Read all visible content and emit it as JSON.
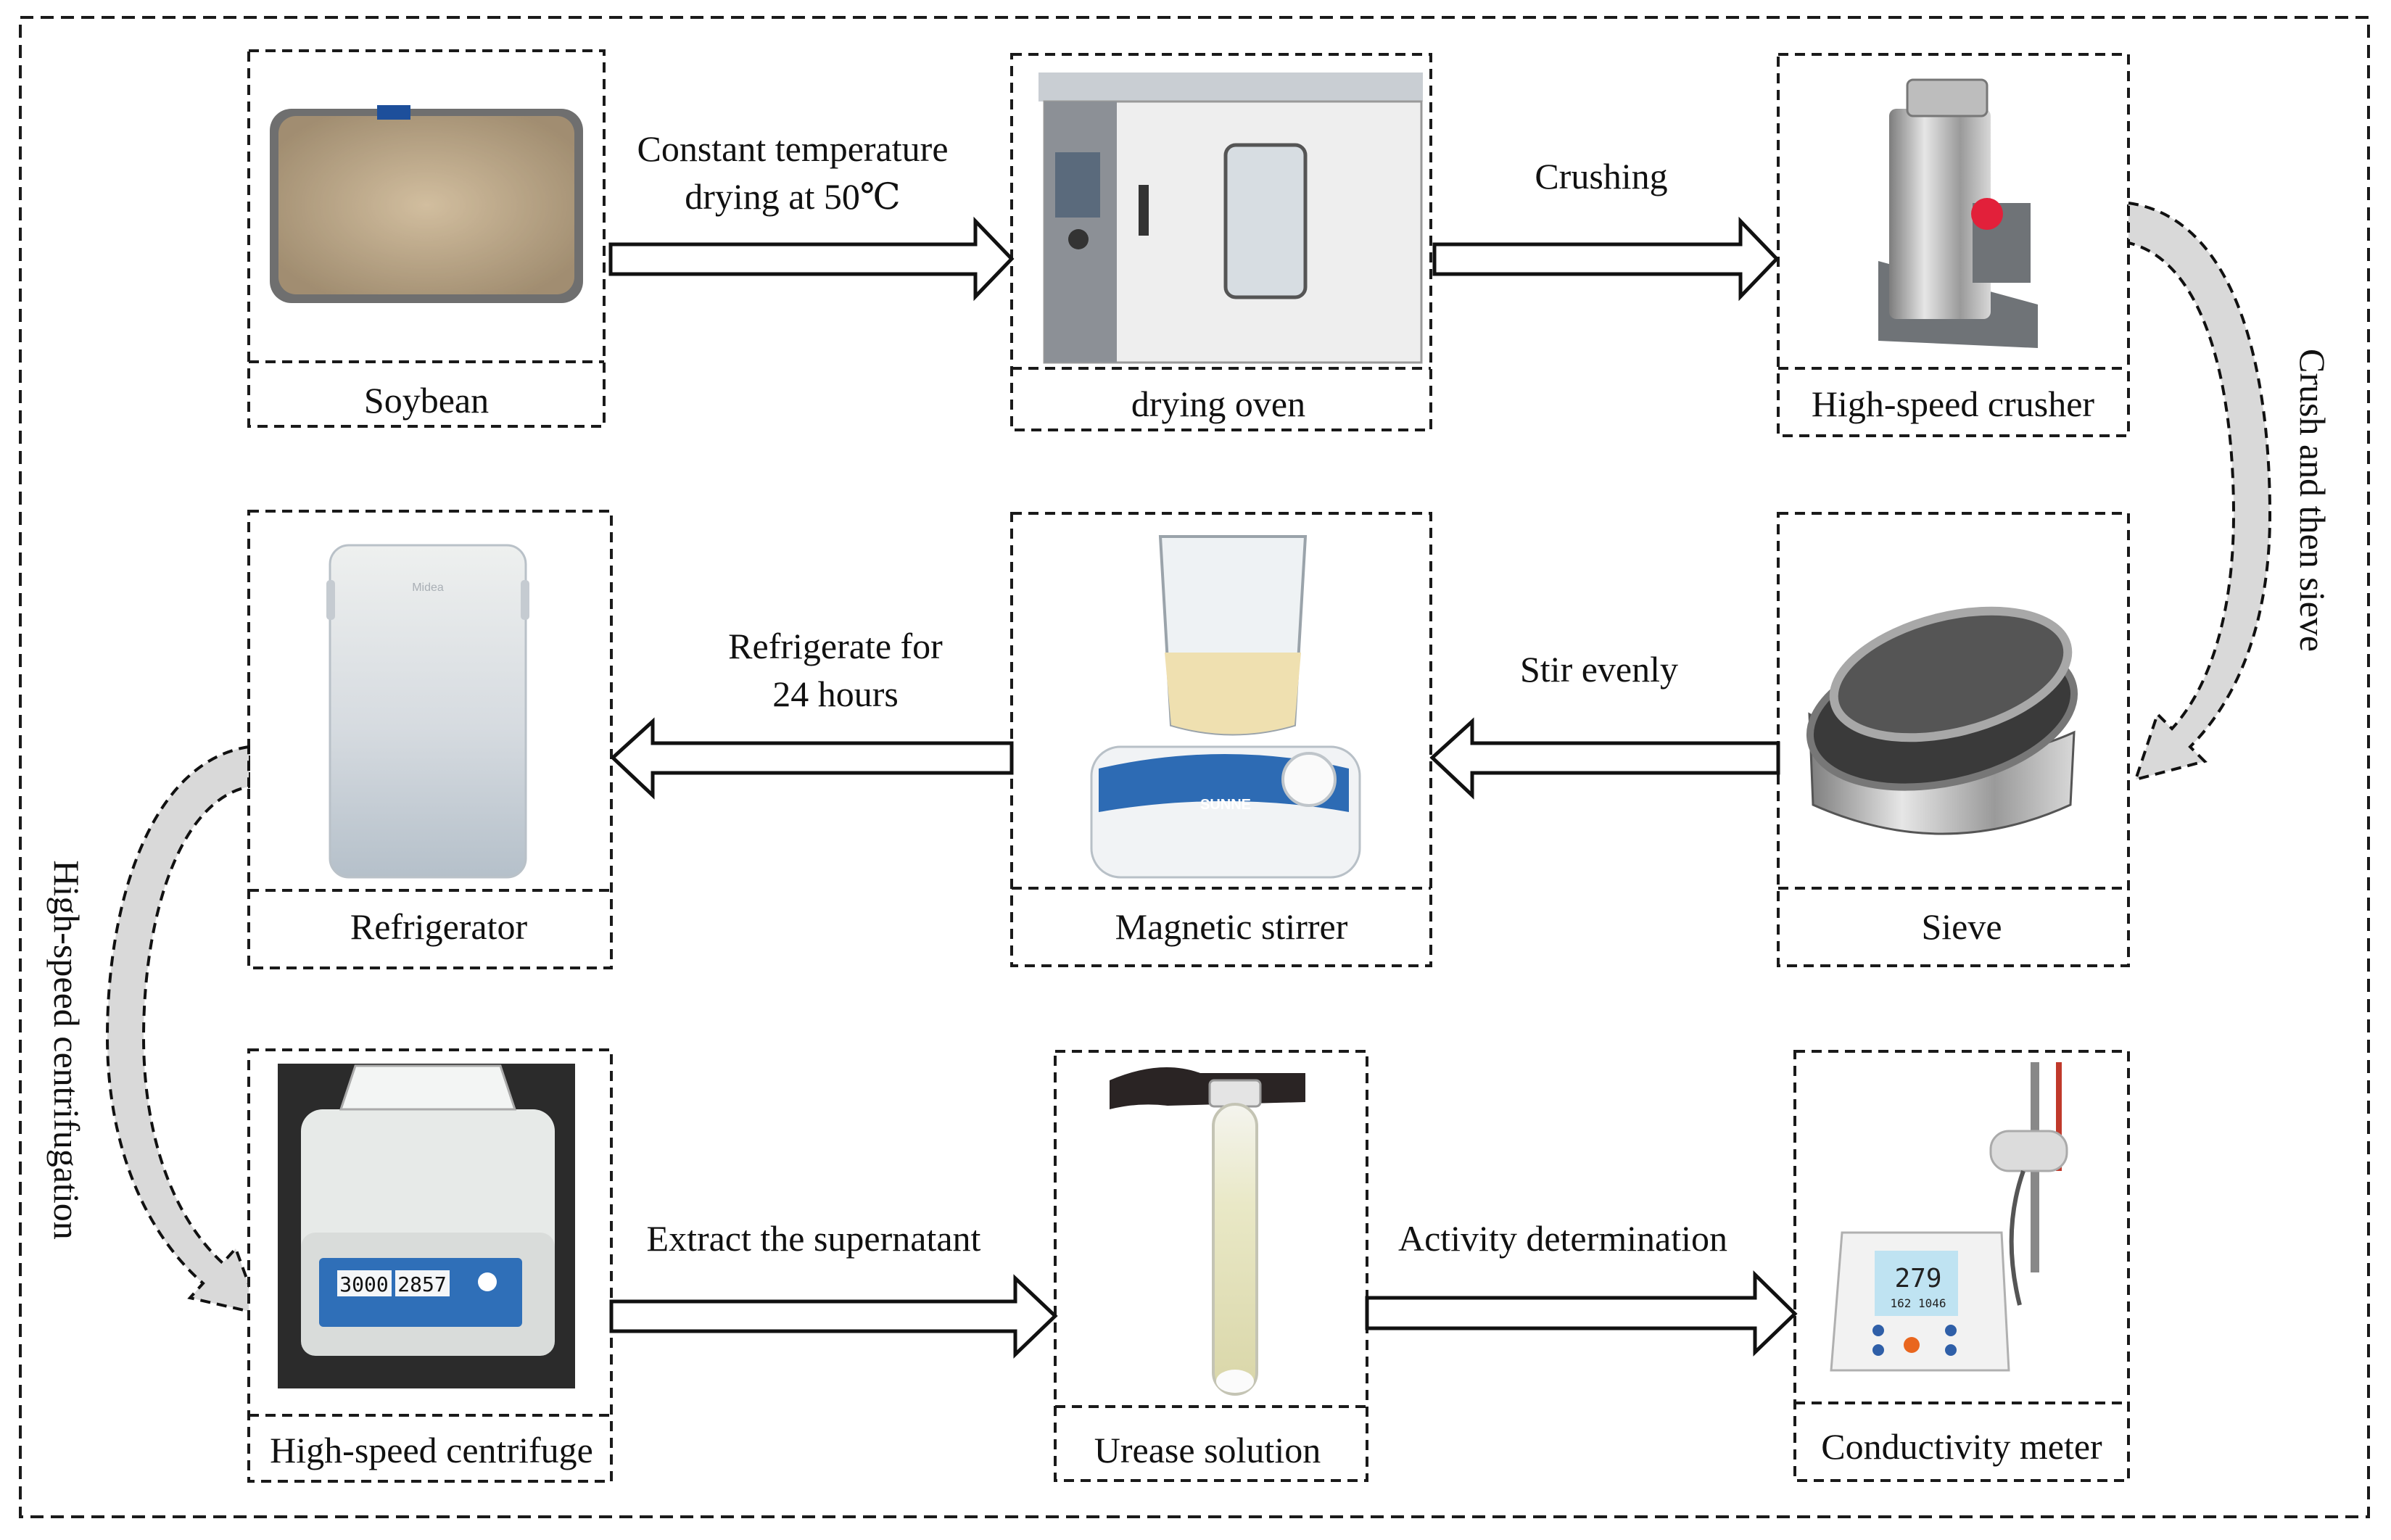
{
  "nodes": {
    "soybean": "Soybean",
    "drying_oven": "drying oven",
    "crusher": "High-speed crusher",
    "refrigerator": "Refrigerator",
    "stirrer": "Magnetic stirrer",
    "sieve": "Sieve",
    "centrifuge": "High-speed centrifuge",
    "urease": "Urease solution",
    "conductivity": "Conductivity meter"
  },
  "steps": {
    "drying_line1": "Constant temperature",
    "drying_line2": "drying at 50℃",
    "crushing": "Crushing",
    "crush_sieve": "Crush and then sieve",
    "stir": "Stir evenly",
    "refrig_line1": "Refrigerate for",
    "refrig_line2": "24 hours",
    "centrifugation": "High-speed centrifugation",
    "supernatant": "Extract the supernatant",
    "activity": "Activity determination"
  },
  "device_text": {
    "stirrer_brand": "SUNNE",
    "fridge_brand": "Midea",
    "centrifuge_speed": "3000",
    "centrifuge_time": "2857",
    "meter_reading": "279",
    "meter_sub": "162 1046"
  }
}
